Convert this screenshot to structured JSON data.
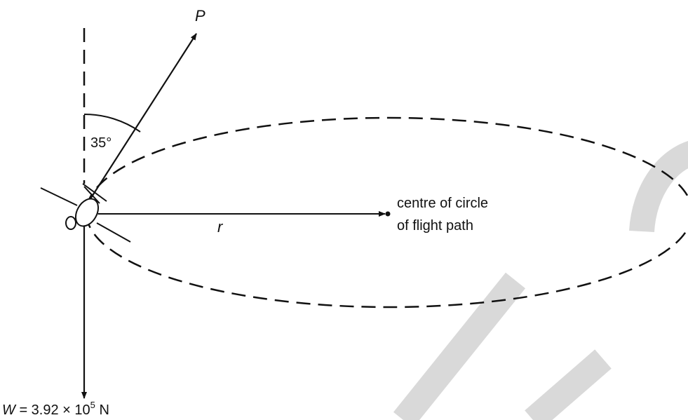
{
  "labels": {
    "force_p": "P",
    "angle": "35°",
    "radius": "r",
    "centre_line1": "centre of circle",
    "centre_line2": "of flight path",
    "weight_symbol": "W",
    "weight_value": " = 3.92 × 10",
    "weight_exponent": "5",
    "weight_unit": " N"
  },
  "colors": {
    "ink": "#111111",
    "watermark": "#d9d9d9"
  }
}
